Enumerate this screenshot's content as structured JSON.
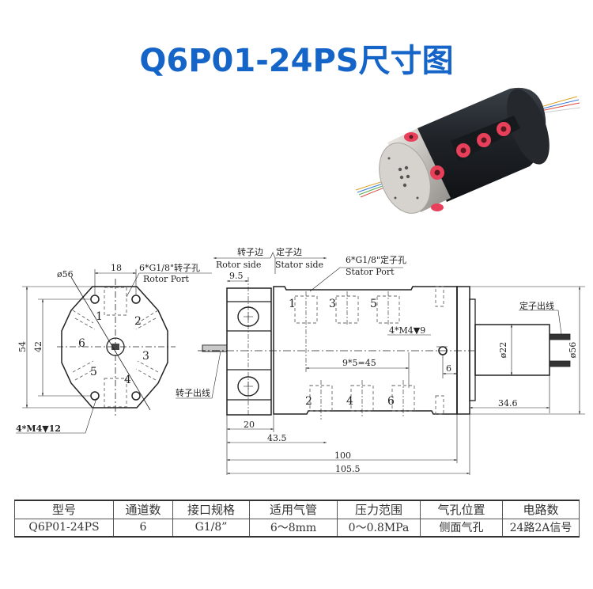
{
  "title": "Q6P01-24PS尺寸图",
  "colors": {
    "title_blue": "#1565c8",
    "body_black": "#1e2227",
    "port_red": "#e8405a",
    "flange_steel": "#c9c6c2",
    "line": "#222222"
  },
  "photo": {
    "alt": "Q6P01-24PS pneumatic slip ring product photo",
    "parts": [
      "black-cylindrical-housing",
      "stainless-steel-flange",
      "red-port-fittings",
      "colored-lead-wires"
    ]
  },
  "end_view": {
    "dia_label": "ø56",
    "width_label": "18",
    "height_outer_label": "54",
    "height_inner_label": "42",
    "rotor_port_cn": "6*G1/8\"转子孔",
    "rotor_port_en": "Rotor Port",
    "mount_label": "4*M4▼12",
    "port_numbers": [
      "1",
      "2",
      "3",
      "4",
      "5",
      "6"
    ]
  },
  "side_view": {
    "rotor_side_cn": "转子边",
    "stator_side_cn": "定子边",
    "rotor_side_en": "Rotor side",
    "stator_side_en": "Stator side",
    "stator_port_cn": "6*G1/8\"定子孔",
    "stator_port_en": "Stator Port",
    "rotor_wire_label": "转子出线",
    "stator_wire_label": "定子出线",
    "mount_label": "4*M4▼9",
    "pitch_label": "9*5=45",
    "top_ports": [
      "1",
      "3",
      "5"
    ],
    "bottom_ports": [
      "2",
      "4",
      "6"
    ],
    "dims": {
      "d_9_5": "9.5",
      "d_20": "20",
      "d_43_5": "43.5",
      "d_100": "100",
      "d_105_5": "105.5",
      "d_6": "6",
      "d_34_6": "34.6",
      "d_phi22": "ø22",
      "d_phi56": "ø56"
    }
  },
  "spec_table": {
    "headers": [
      "型号",
      "通道数",
      "接口规格",
      "适用气管",
      "压力范围",
      "气孔位置",
      "电路数"
    ],
    "rows": [
      [
        "Q6P01-24PS",
        "6",
        "G1/8”",
        "6～8mm",
        "0～0.8MPa",
        "侧面气孔",
        "24路2A信号"
      ]
    ]
  }
}
